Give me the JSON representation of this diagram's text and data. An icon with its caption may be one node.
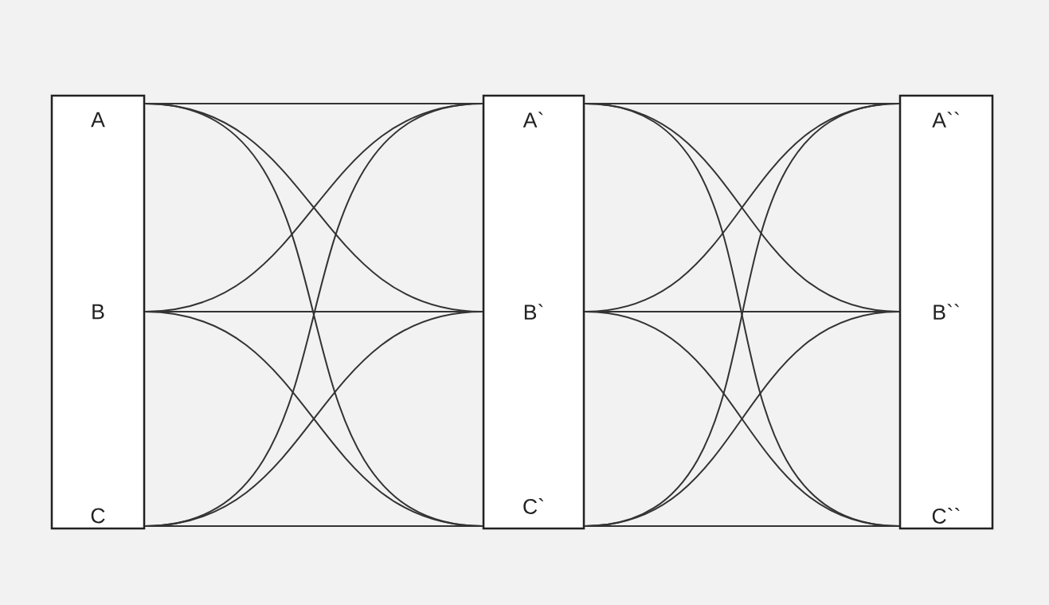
{
  "diagram": {
    "nodes": [
      {
        "text": [],
        "shape": "box"
      },
      {
        "text": [
          "A"
        ],
        "in": 0
      },
      {
        "text": [
          "B"
        ],
        "in": 0
      },
      {
        "text": [
          "C"
        ],
        "in": 0
      },
      {
        "text": [],
        "shape": "box"
      },
      {
        "text": [
          "A`"
        ],
        "in": 4
      },
      {
        "text": [
          "B`"
        ],
        "in": 4
      },
      {
        "text": [
          "C`"
        ],
        "in": 4
      },
      {
        "text": [],
        "shape": "box"
      },
      {
        "text": [
          "A``"
        ],
        "in": 8
      },
      {
        "text": [
          "B``"
        ],
        "in": 8
      },
      {
        "text": [
          "C``"
        ],
        "in": 8
      }
    ],
    "edges": [
      {
        "from": 1,
        "to": 5,
        "arrow": "none"
      },
      {
        "from": 1,
        "to": 6,
        "arrow": "none"
      },
      {
        "from": 1,
        "to": 7,
        "arrow": "none"
      },
      {
        "from": 2,
        "to": 5,
        "arrow": "none"
      },
      {
        "from": 2,
        "to": 6,
        "arrow": "none"
      },
      {
        "from": 2,
        "to": 7,
        "arrow": "none"
      },
      {
        "from": 3,
        "to": 5,
        "arrow": "none"
      },
      {
        "from": 3,
        "to": 6,
        "arrow": "none"
      },
      {
        "from": 3,
        "to": 7,
        "arrow": "none"
      },
      {
        "from": 5,
        "to": 9,
        "arrow": "none"
      },
      {
        "from": 5,
        "to": 10,
        "arrow": "none"
      },
      {
        "from": 5,
        "to": 11,
        "arrow": "none"
      },
      {
        "from": 6,
        "to": 9,
        "arrow": "none"
      },
      {
        "from": 6,
        "to": 10,
        "arrow": "none"
      },
      {
        "from": 6,
        "to": 11,
        "arrow": "none"
      },
      {
        "from": 7,
        "to": 9,
        "arrow": "none"
      },
      {
        "from": 7,
        "to": 10,
        "arrow": "none"
      },
      {
        "from": 7,
        "to": 11,
        "arrow": "none"
      }
    ]
  }
}
